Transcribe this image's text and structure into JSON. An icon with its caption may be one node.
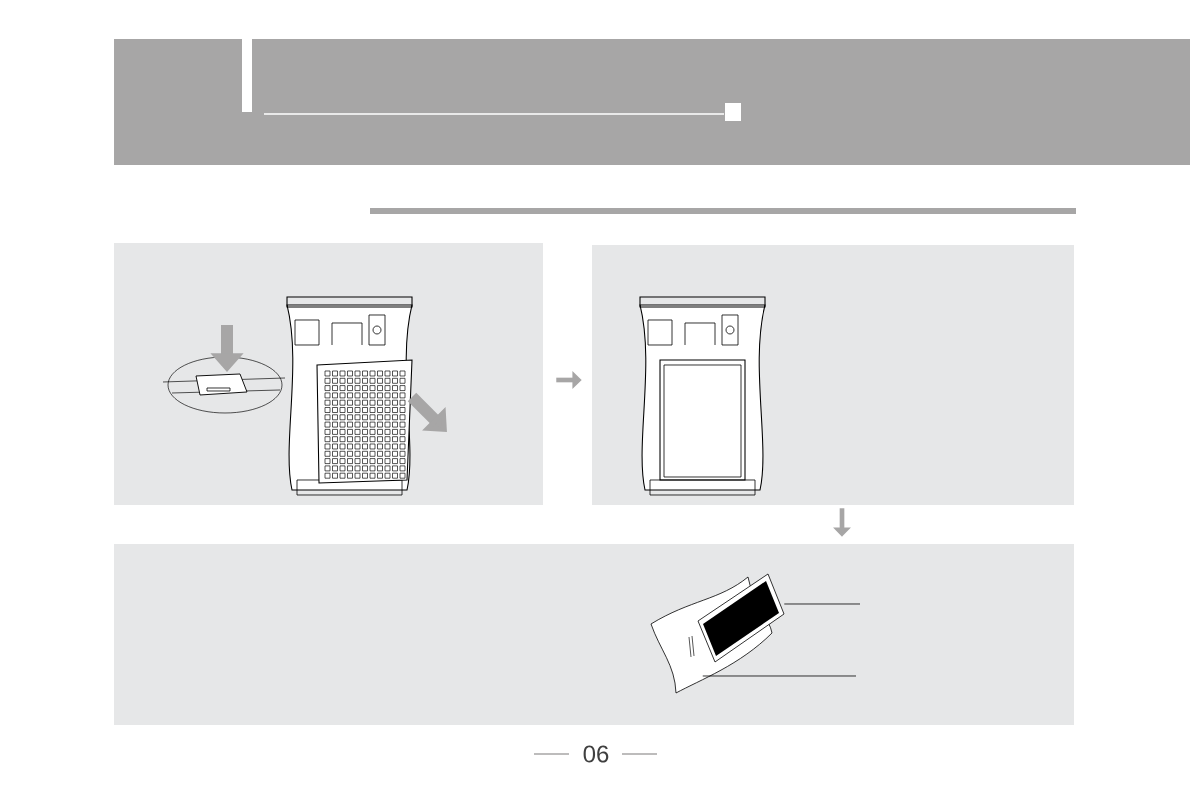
{
  "diagram": {
    "nodes": [
      {
        "text": [],
        "shape": "box"
      },
      {
        "text": [],
        "shape": "box"
      },
      {
        "text": [],
        "shape": "box"
      },
      {
        "text": [],
        "shape": "picture",
        "in": 2
      },
      {
        "text": [],
        "shape": "picture",
        "in": 2
      }
    ],
    "edges": [
      {
        "from": 0,
        "to": 1,
        "arrow": "to",
        "style": "thick"
      },
      {
        "from": 1,
        "to": 2,
        "arrow": "to",
        "style": "thick"
      },
      {
        "from": null,
        "to": 3,
        "arrow": "none",
        "color": "#000000"
      },
      {
        "from": null,
        "to": 4,
        "arrow": "none",
        "color": "#000000"
      }
    ],
    "labels": [
      "06"
    ]
  }
}
